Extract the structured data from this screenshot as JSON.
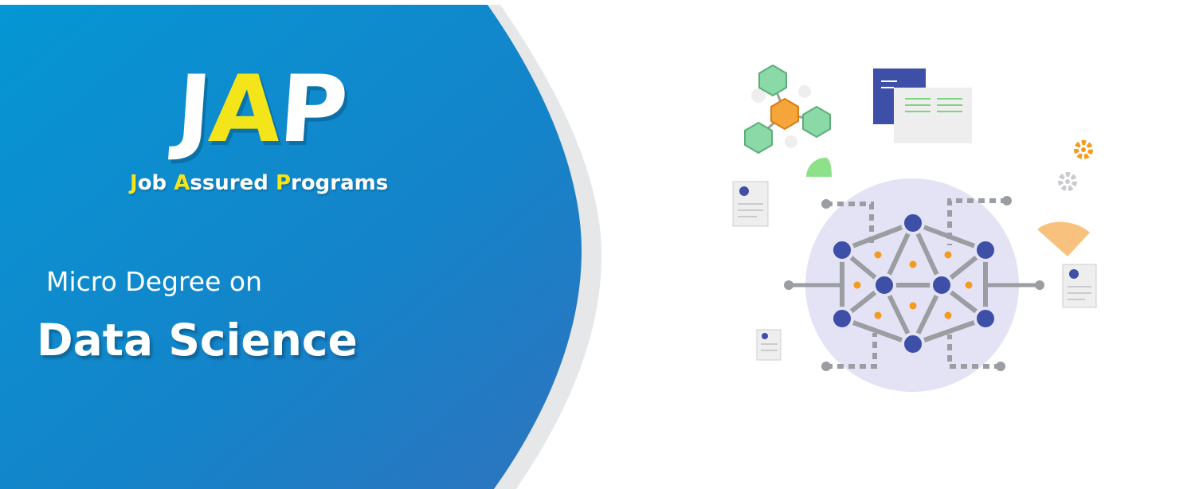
{
  "brand": {
    "logo_letters": [
      "J",
      "A",
      "P"
    ],
    "tagline_parts": [
      "J",
      "ob ",
      "A",
      "ssured ",
      "P",
      "rograms"
    ]
  },
  "course": {
    "prefix": "Micro Degree on",
    "title": "Data Science"
  },
  "colors": {
    "panel_blue": "#0e8fd0",
    "panel_blue_dark": "#2e74c0",
    "accent_yellow": "#f3e51a",
    "arc_gray": "#e6e7e9",
    "node_navy": "#3e4fa8",
    "dot_orange": "#f49a1c",
    "line_gray": "#9a9ea2",
    "halo_lavender": "#e4e3f6"
  },
  "illustration": {
    "icons": [
      "network-icon",
      "molecule-icon",
      "chat-document-icon",
      "gear-icon",
      "profile-document-icon"
    ]
  }
}
